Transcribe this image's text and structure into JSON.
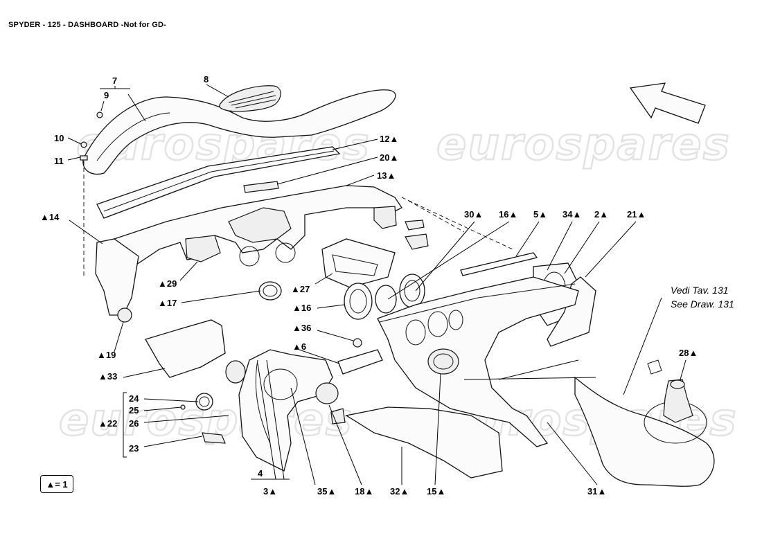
{
  "title": "SPYDER - 125 - DASHBOARD -Not for GD-",
  "watermark": "eurospares",
  "legend": "▲= 1",
  "notes": {
    "line1": "Vedi Tav. 131",
    "line2": "See Draw. 131"
  },
  "callouts": {
    "c7": "7",
    "c8": "8",
    "c9": "9",
    "c10": "10",
    "c11": "11",
    "c12": "12▲",
    "c20": "20▲",
    "c13": "13▲",
    "c14": "▲14",
    "c29": "▲29",
    "c17": "▲17",
    "c19": "▲19",
    "c27": "▲27",
    "c30": "30▲",
    "c16a": "16▲",
    "c5": "5▲",
    "c34": "34▲",
    "c2": "2▲",
    "c21": "21▲",
    "c16b": "▲16",
    "c36": "▲36",
    "c6": "▲6",
    "c33": "▲33",
    "c24": "24",
    "c25": "25",
    "c22": "▲22",
    "c26": "26",
    "c23": "23",
    "c4": "4",
    "c3": "3▲",
    "c35": "35▲",
    "c18": "18▲",
    "c32": "32▲",
    "c15": "15▲",
    "c31": "31▲",
    "c28": "28▲"
  },
  "colors": {
    "line": "#111111",
    "watermark": "#e3e3e3",
    "part_fill": "#fbfbfb"
  }
}
